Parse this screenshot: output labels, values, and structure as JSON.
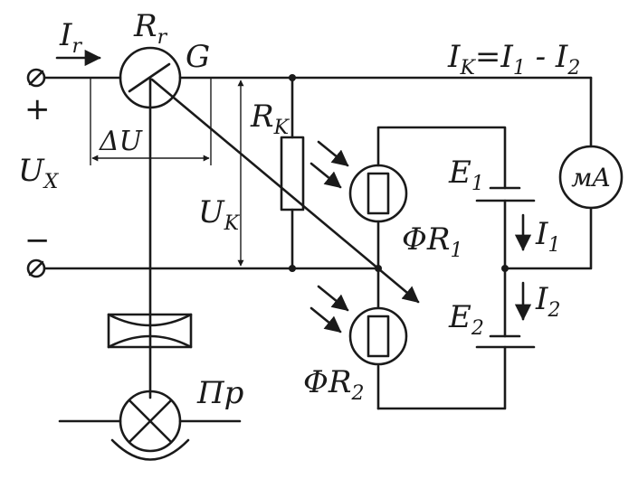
{
  "labels": {
    "current_main": "I",
    "current_main_sub": "r",
    "galv_resistance": "R",
    "galv_resistance_sub": "r",
    "galvanometer": "G",
    "equation_lhs": "I",
    "equation_lhs_sub": "K",
    "equation_eq": "=",
    "equation_t1": "I",
    "equation_t1_sub": "1",
    "equation_minus": " - ",
    "equation_t2": "I",
    "equation_t2_sub": "2",
    "plus_sign": "+",
    "minus_sign": "−",
    "ux": "U",
    "ux_sub": "X",
    "delta_u": "ΔU",
    "uk": "U",
    "uk_sub": "K",
    "rk": "R",
    "rk_sub": "K",
    "e1": "E",
    "e1_sub": "1",
    "e2": "E",
    "e2_sub": "2",
    "i1": "I",
    "i1_sub": "1",
    "i2": "I",
    "i2_sub": "2",
    "fr1": "ΦR",
    "fr1_sub": "1",
    "fr2": "ΦR",
    "fr2_sub": "2",
    "milliammeter": "мA",
    "lamp": "Пр"
  },
  "colors": {
    "ink": "#1a1a1a",
    "background": "#ffffff"
  }
}
